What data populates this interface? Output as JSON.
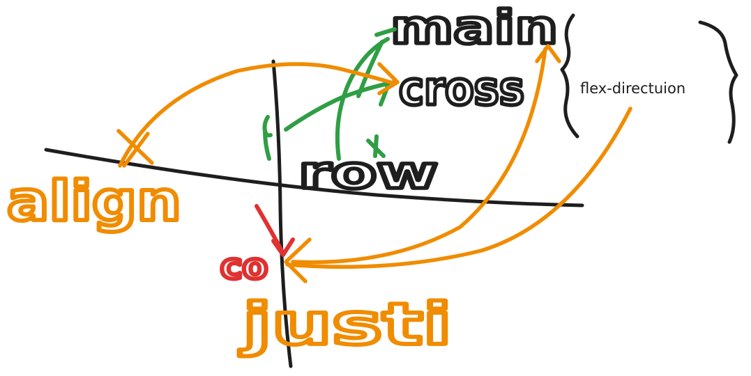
{
  "labels": {
    "main": "main",
    "cross": "cross",
    "row": "row",
    "align": "align",
    "col": "co",
    "justify": "justi",
    "flex_direction": "flex-directuion"
  },
  "colors": {
    "ink": "#1e1e1e",
    "orange": "#f08c00",
    "green": "#2f9e44",
    "red": "#e03131",
    "background": "#ffffff"
  }
}
